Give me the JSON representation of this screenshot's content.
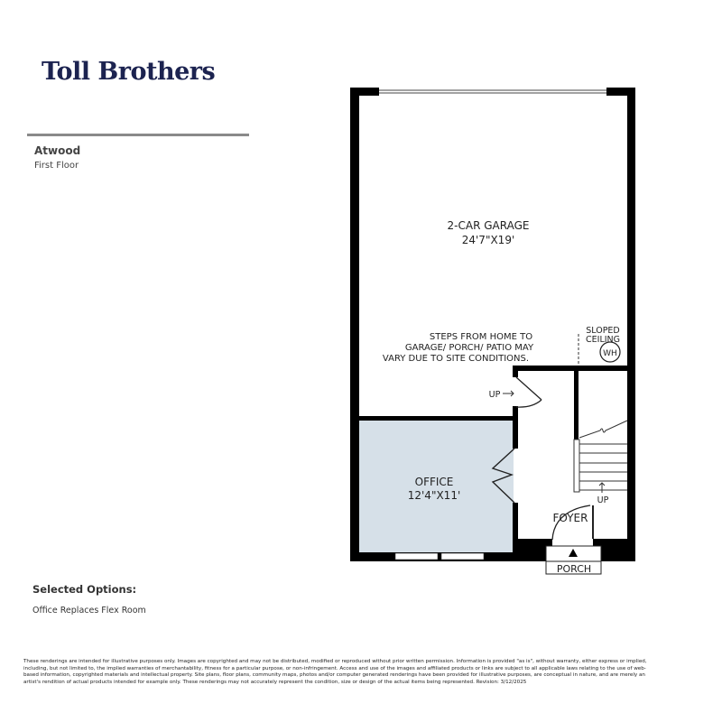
{
  "brand": {
    "logo_text": "Toll Brothers",
    "color": "#1c2350"
  },
  "plan": {
    "model_name": "Atwood",
    "floor_name": "First Floor"
  },
  "rooms": {
    "garage": {
      "name": "2-CAR GARAGE",
      "size": "24'7\"X19'"
    },
    "office": {
      "name": "OFFICE",
      "size": "12'4\"X11'",
      "fill": "#d6e0e8"
    },
    "foyer": {
      "name": "FOYER"
    },
    "porch": {
      "name": "PORCH"
    }
  },
  "notes": {
    "steps_line1": "STEPS FROM HOME TO",
    "steps_line2": "GARAGE/ PORCH/ PATIO MAY",
    "steps_line3": "VARY DUE TO SITE CONDITIONS.",
    "sloped1": "SLOPED",
    "sloped2": "CEILING",
    "wh": "WH",
    "up_garage": "UP",
    "up_stairs": "UP"
  },
  "options": {
    "heading": "Selected Options:",
    "items": [
      "Office Replaces Flex Room"
    ]
  },
  "disclaimer": "These renderings are intended for illustrative purposes only. Images are copyrighted and may not be distributed, modified or reproduced without prior written permission. Information is provided \"as is\", without warranty, either express or implied, including, but not limited to, the implied warranties of merchantability, fitness for a particular purpose, or non-infringement. Access and use of the images and affiliated products or links are subject to all applicable laws relating to the use of web-based information, copyrighted materials and intellectual property. Site plans, floor plans, community maps, photos and/or computer generated renderings have been provided for illustrative purposes, are conceptual in nature, and are merely an artist's rendition of actual products intended for example only. These renderings may not accurately represent the condition, size or design of the actual items being represented. Revision: 3/12/2025"
}
